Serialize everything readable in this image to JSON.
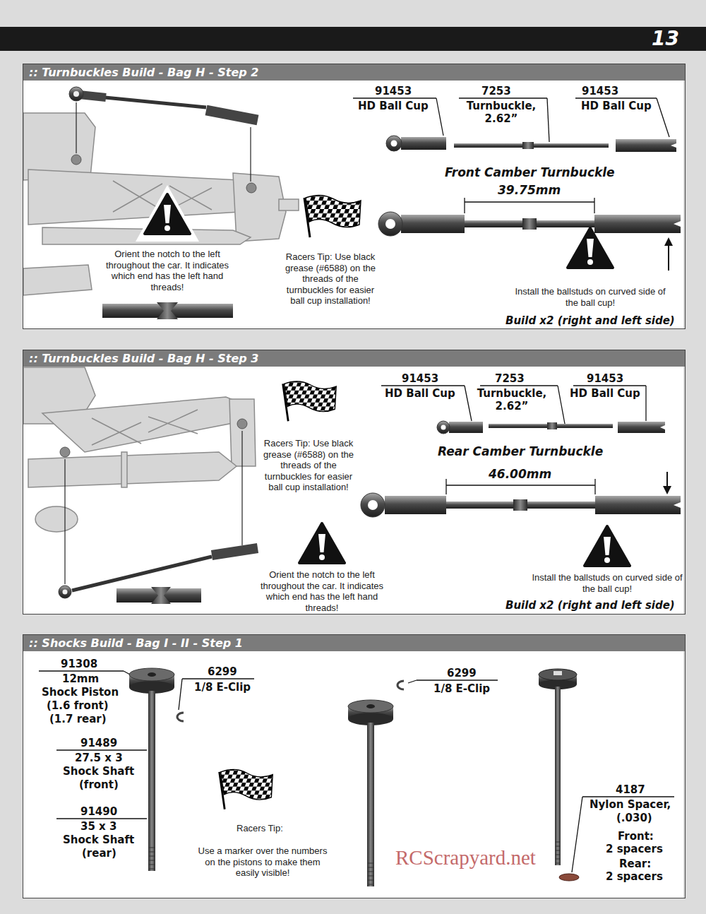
{
  "diagram": {
    "nodes": [
      {
        "text": [
          "13"
        ]
      },
      {
        "text": [
          ":: Turnbuckles Build - Bag H - Step 2"
        ]
      },
      {
        "text": [
          ":: Turnbuckles Build - Bag H - Step 3"
        ]
      },
      {
        "text": [
          ":: Shocks Build - Bag I - II - Step 1"
        ]
      }
    ],
    "labels": [
      "91453",
      "HD Ball Cup",
      "7253",
      "Turnbuckle, 2.62”",
      "91453",
      "HD Ball Cup",
      "Front Camber Turnbuckle",
      "39.75mm",
      "Orient the notch to the left throughout the car. It indicates which end has the left hand threads!",
      "Racers Tip: Use black grease (#6588) on the threads of the turnbuckles for easier ball cup installation!",
      "Install the ballstuds on curved side of the ball cup!",
      "Build x2 (right and left side)",
      "91453",
      "HD Ball Cup",
      "7253",
      "Turnbuckle, 2.62”",
      "91453",
      "HD Ball Cup",
      "Rear Camber Turnbuckle",
      "46.00mm",
      "Racers Tip: Use black grease (#6588) on the threads of the turnbuckles for easier ball cup installation!",
      "Orient the notch to the left throughout the car. It indicates which end has the left hand threads!",
      "Install the ballstuds on curved side of the ball cup!",
      "Build x2 (right and left side)",
      "91308",
      "12mm",
      "Shock Piston",
      "(1.6 front)",
      "(1.7 rear)",
      "6299",
      "1/8 E-Clip",
      "91489",
      "27.5 x 3",
      "Shock Shaft",
      "(front)",
      "91490",
      "35 x 3",
      "Shock Shaft",
      "(rear)",
      "Racers Tip:",
      "Use a marker over the numbers on the pistons to make them easily visible!",
      "6299",
      "1/8 E-Clip",
      "4187",
      "Nylon Spacer,",
      "(.030)",
      "Front:",
      "2 spacers",
      "Rear:",
      "2 spacers",
      "RCScrapyard.net"
    ]
  }
}
